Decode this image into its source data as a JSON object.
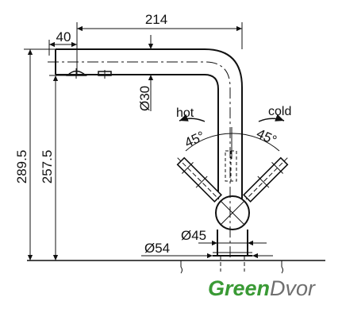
{
  "dimensions": {
    "spout_reach": "214",
    "offset": "40",
    "total_height": "289.5",
    "outlet_height": "257.5",
    "spout_diameter": "Ø30",
    "body_diameter": "Ø45",
    "base_diameter": "Ø54"
  },
  "levers": {
    "hot_label": "hot",
    "cold_label": "cold",
    "hot_angle": "45°",
    "cold_angle": "45°"
  },
  "brand": {
    "part1": "Green",
    "part2": "Dvor",
    "part1_color": "#3a9a35",
    "part2_color": "#6f6f6f"
  }
}
